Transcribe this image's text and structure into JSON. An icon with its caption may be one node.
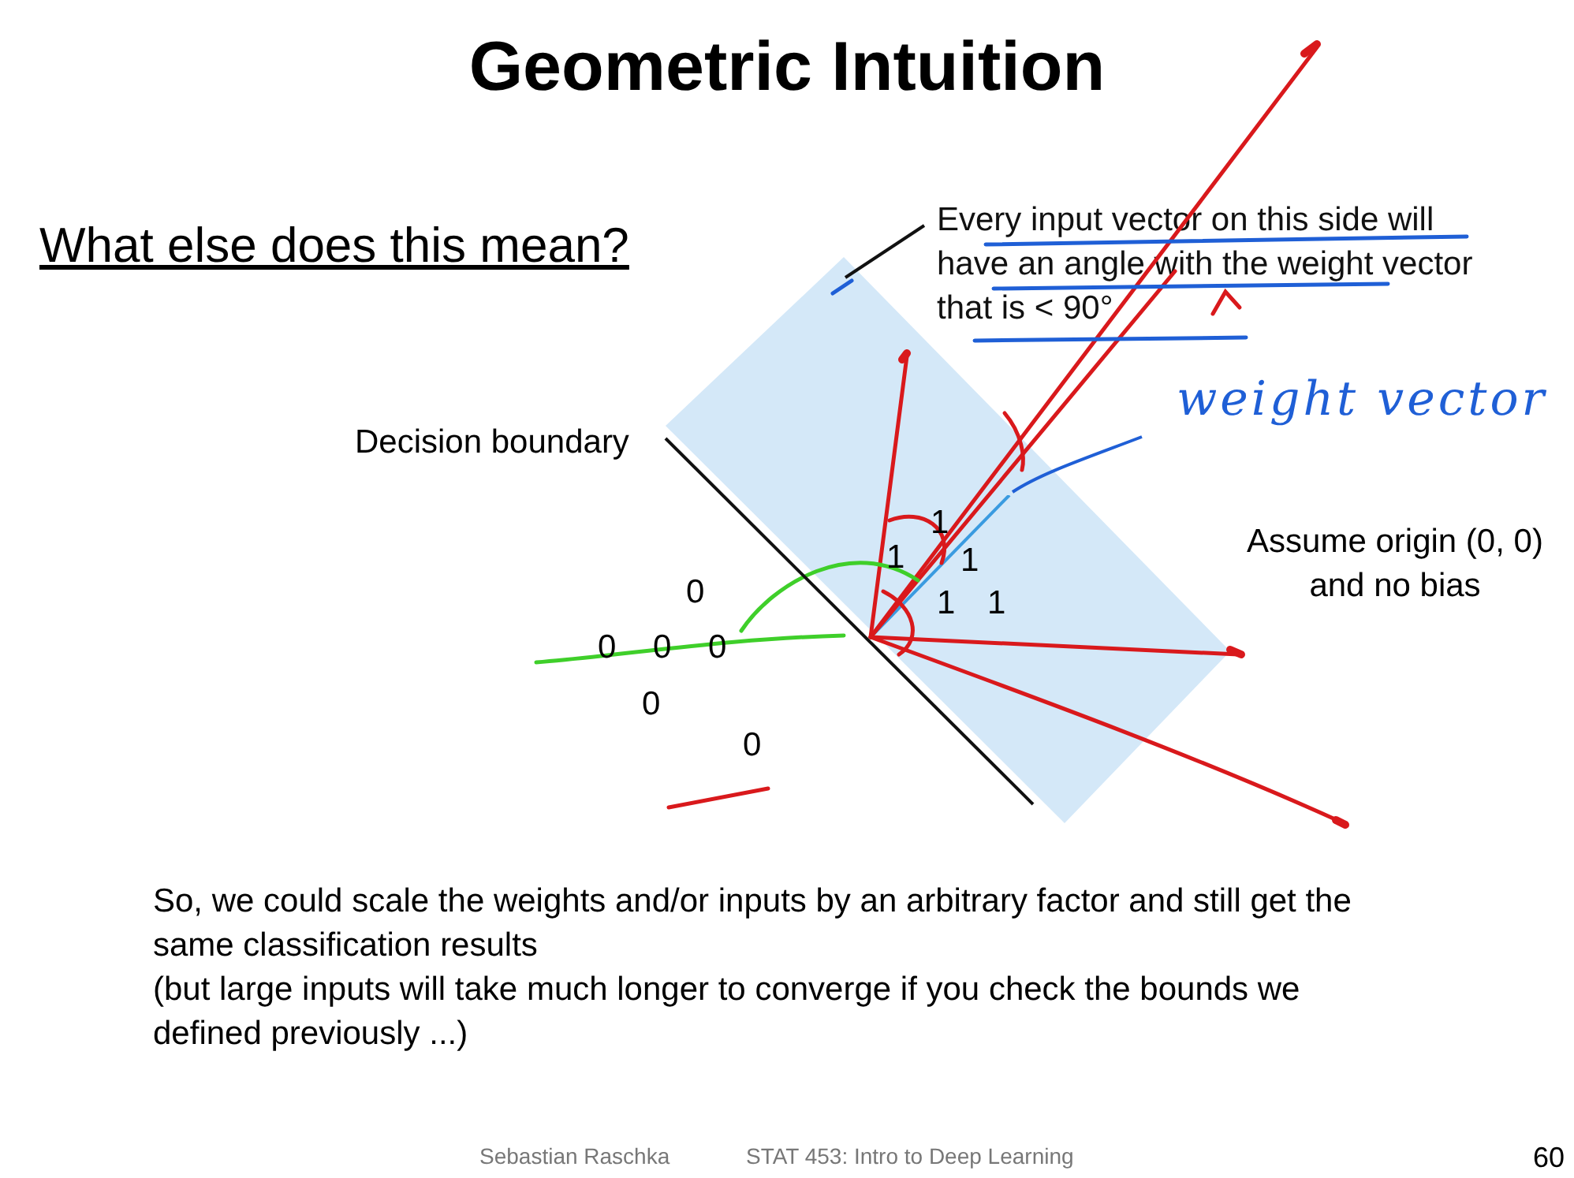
{
  "diagram": {
    "title": "Geometric Intuition",
    "nodes": [
      {
        "text": [
          "Every input vector on this side will have an angle with the weight vector that is < 90°"
        ]
      },
      {
        "text": [],
        "shape": "box"
      },
      {
        "text": [
          "weight vector"
        ]
      },
      {
        "text": [],
        "shape": "line",
        "in": 1
      }
    ],
    "edges": [
      {
        "from": 0,
        "to": 1,
        "arrow": "none"
      },
      {
        "from": 2,
        "to": 3,
        "arrow": "none",
        "color": "#1f5fd6"
      }
    ],
    "labels": [
      "What else does this mean?",
      "Decision boundary",
      "Assume origin (0, 0) and no bias",
      "1",
      "1",
      "1",
      "0",
      "1",
      "1",
      "0",
      "0",
      "0",
      "0",
      "0",
      "So, we could scale the weights and/or inputs by an arbitrary factor and still get the same classification results",
      "(but large inputs will take much longer to converge if you check the bounds we defined previously ...)",
      "Sebastian Raschka",
      "STAT 453: Intro to Deep Learning",
      "60"
    ]
  }
}
